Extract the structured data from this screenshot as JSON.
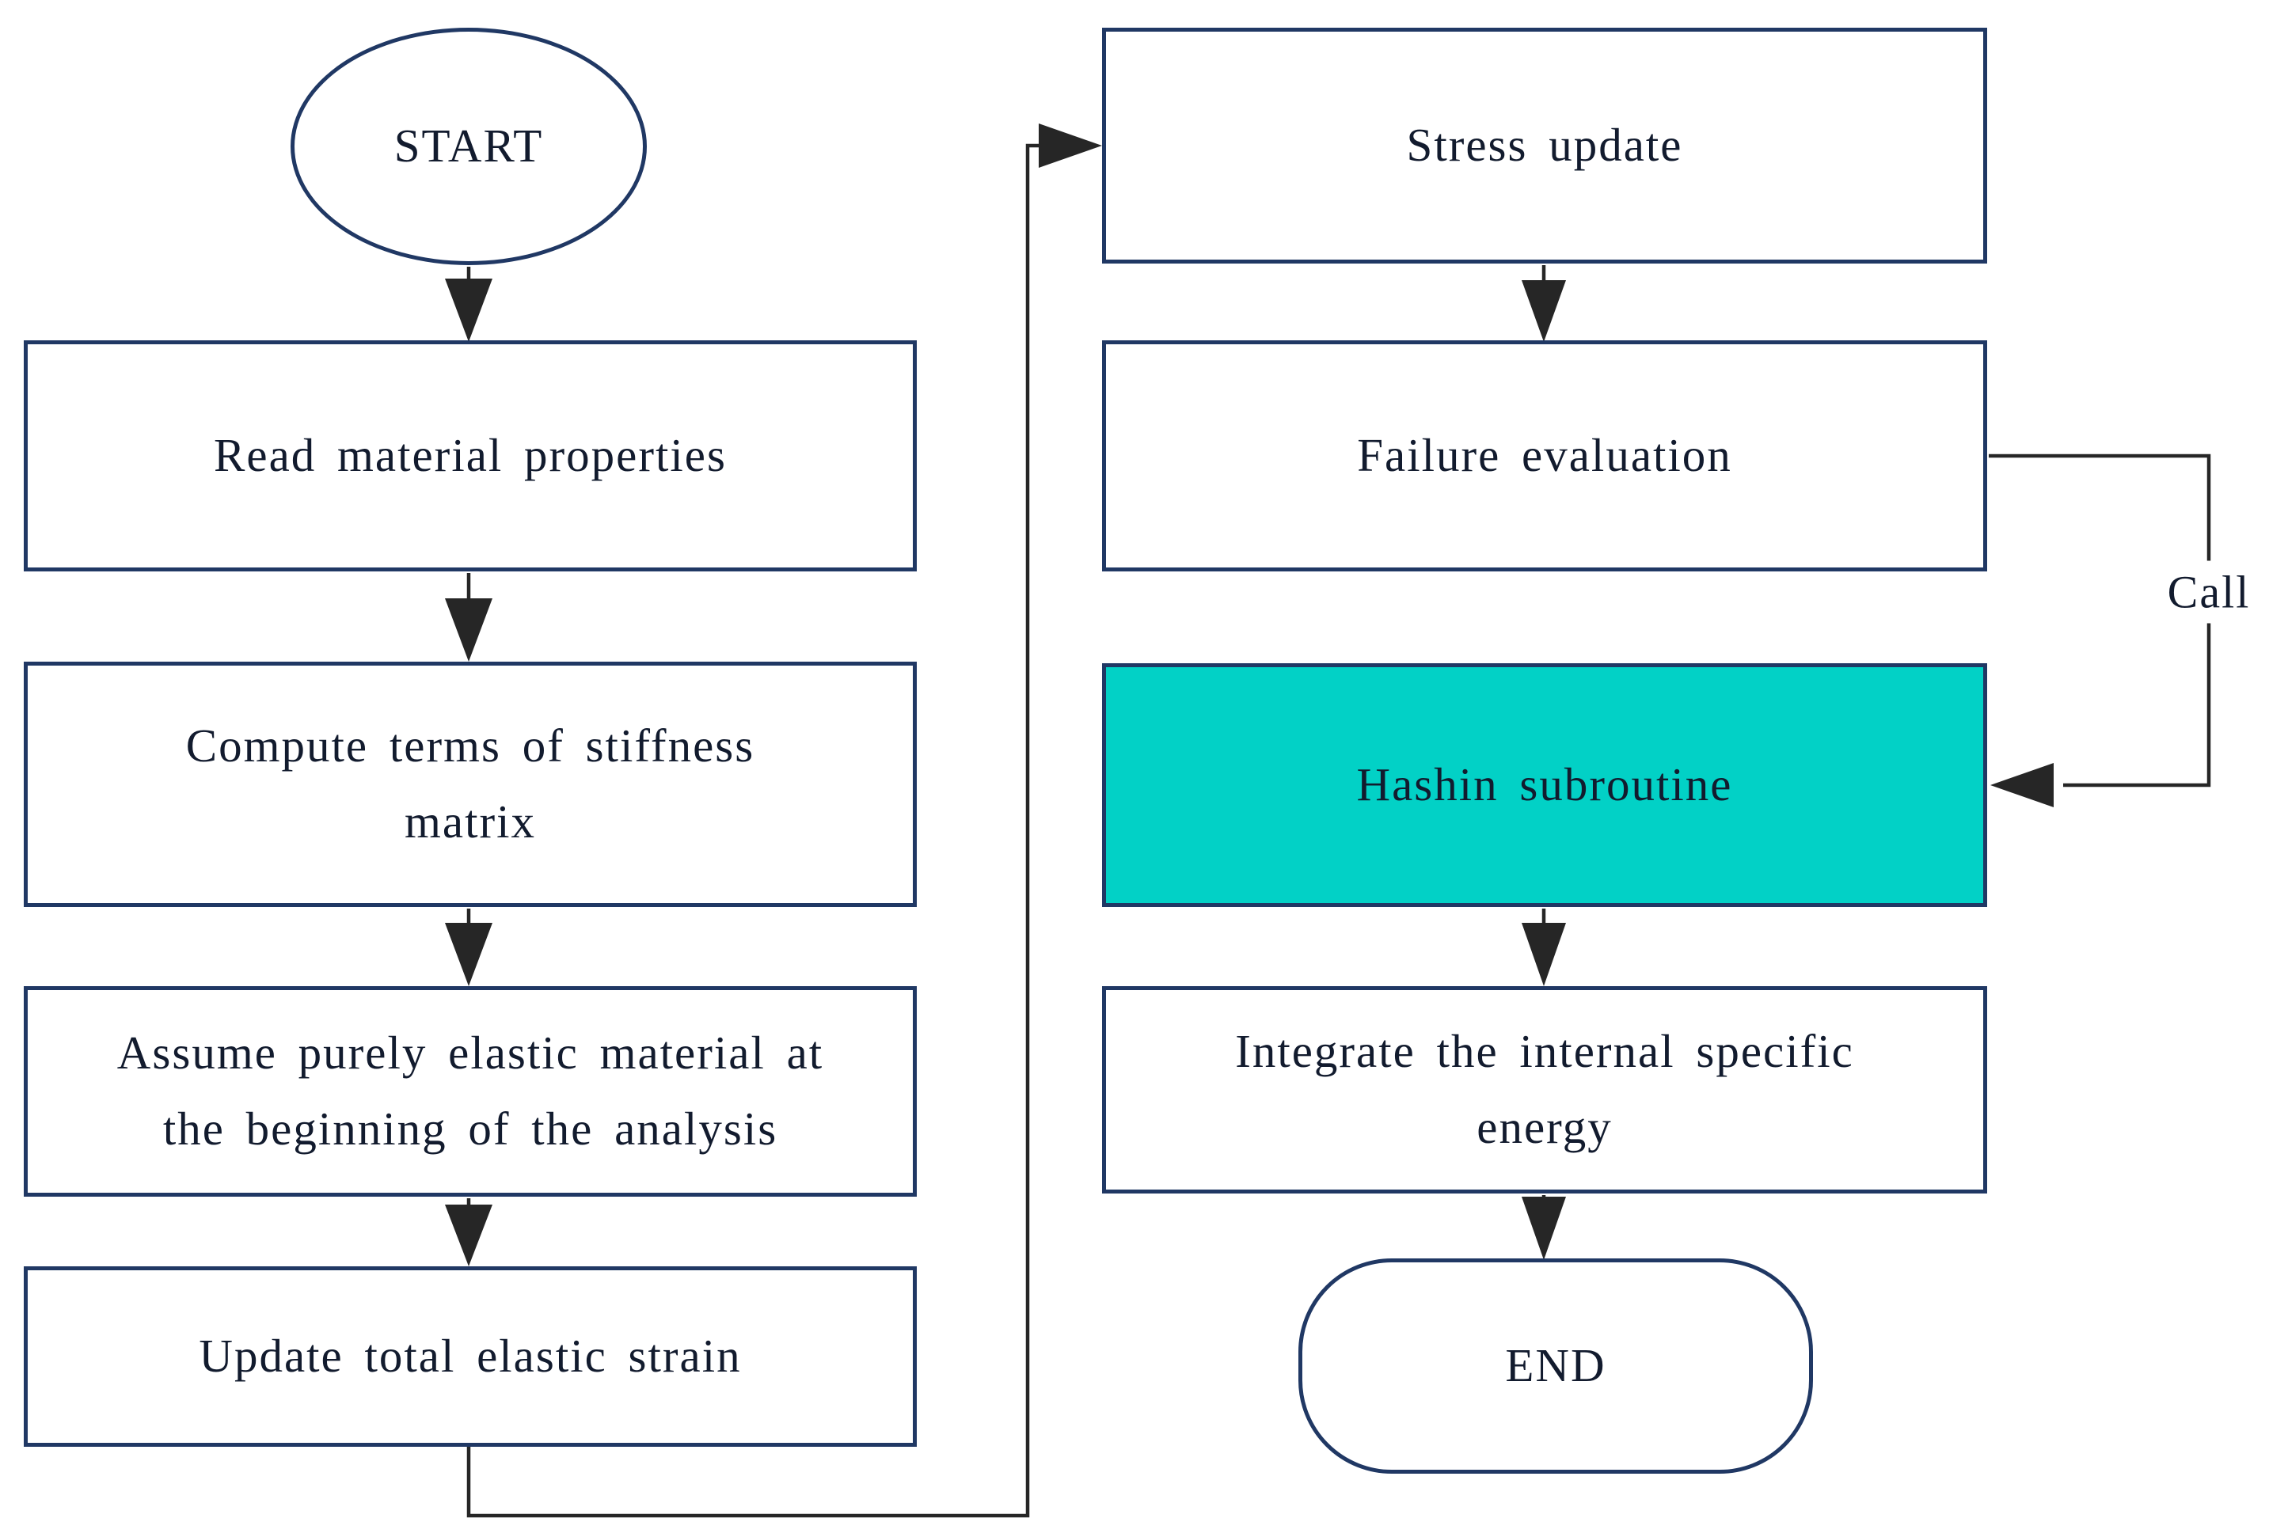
{
  "diagram": {
    "type": "flowchart",
    "nodes": {
      "start": {
        "label": "START",
        "shape": "ellipse"
      },
      "read": {
        "label": "Read material properties",
        "shape": "process"
      },
      "compute": {
        "label": "Compute terms of stiffness\nmatrix",
        "shape": "process"
      },
      "assume": {
        "label": "Assume purely elastic material at\nthe beginning of the analysis",
        "shape": "process"
      },
      "update": {
        "label": "Update total elastic strain",
        "shape": "process"
      },
      "stress": {
        "label": "Stress update",
        "shape": "process"
      },
      "failure": {
        "label": "Failure evaluation",
        "shape": "process"
      },
      "hashin": {
        "label": "Hashin subroutine",
        "shape": "process-highlighted",
        "fill": "#02d1c6"
      },
      "integrate": {
        "label": "Integrate the internal specific\nenergy",
        "shape": "process"
      },
      "end": {
        "label": "END",
        "shape": "terminator"
      }
    },
    "edge_labels": {
      "call": "Call"
    },
    "colors": {
      "node_border": "#203864",
      "text": "#121b2e",
      "connector": "#262626",
      "hashin_fill": "#02d1c6",
      "background": "#ffffff"
    }
  }
}
